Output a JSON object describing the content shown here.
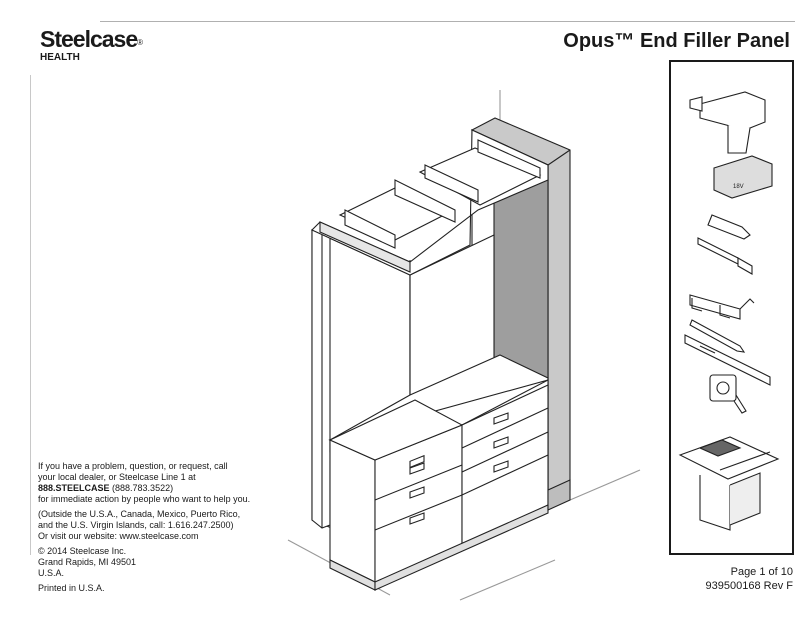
{
  "header": {
    "brand": "Steelcase",
    "brand_mark": "®",
    "division": "HEALTH",
    "title": "Opus™ End Filler Panel"
  },
  "contact": {
    "line1": "If you have a problem, question, or request, call",
    "line2": "your local dealer, or Steelcase Line 1 at",
    "phone_word": "888.STEELCASE",
    "phone_num": " (888.783.3522)",
    "line3": "for immediate action by people who want to help you.",
    "line4": "(Outside the U.S.A., Canada, Mexico, Puerto Rico,",
    "line5": "and the U.S. Virgin Islands, call: 1.616.247.2500)",
    "line6": "Or visit our website: www.steelcase.com",
    "copyright": "© 2014 Steelcase Inc.",
    "city": "Grand Rapids, MI 49501",
    "country": "U.S.A.",
    "printed": "Printed in U.S.A."
  },
  "footer": {
    "page": "Page 1 of 10",
    "doc_number": "939500168 Rev F"
  },
  "tools": {
    "drill_label": "18V"
  },
  "tool_icons": [
    "drill-icon",
    "screwdriver-bit-icon",
    "bit-holder-icon",
    "safety-glasses-icon",
    "pencil-icon",
    "level-icon",
    "tape-measure-icon",
    "table-saw-icon"
  ]
}
